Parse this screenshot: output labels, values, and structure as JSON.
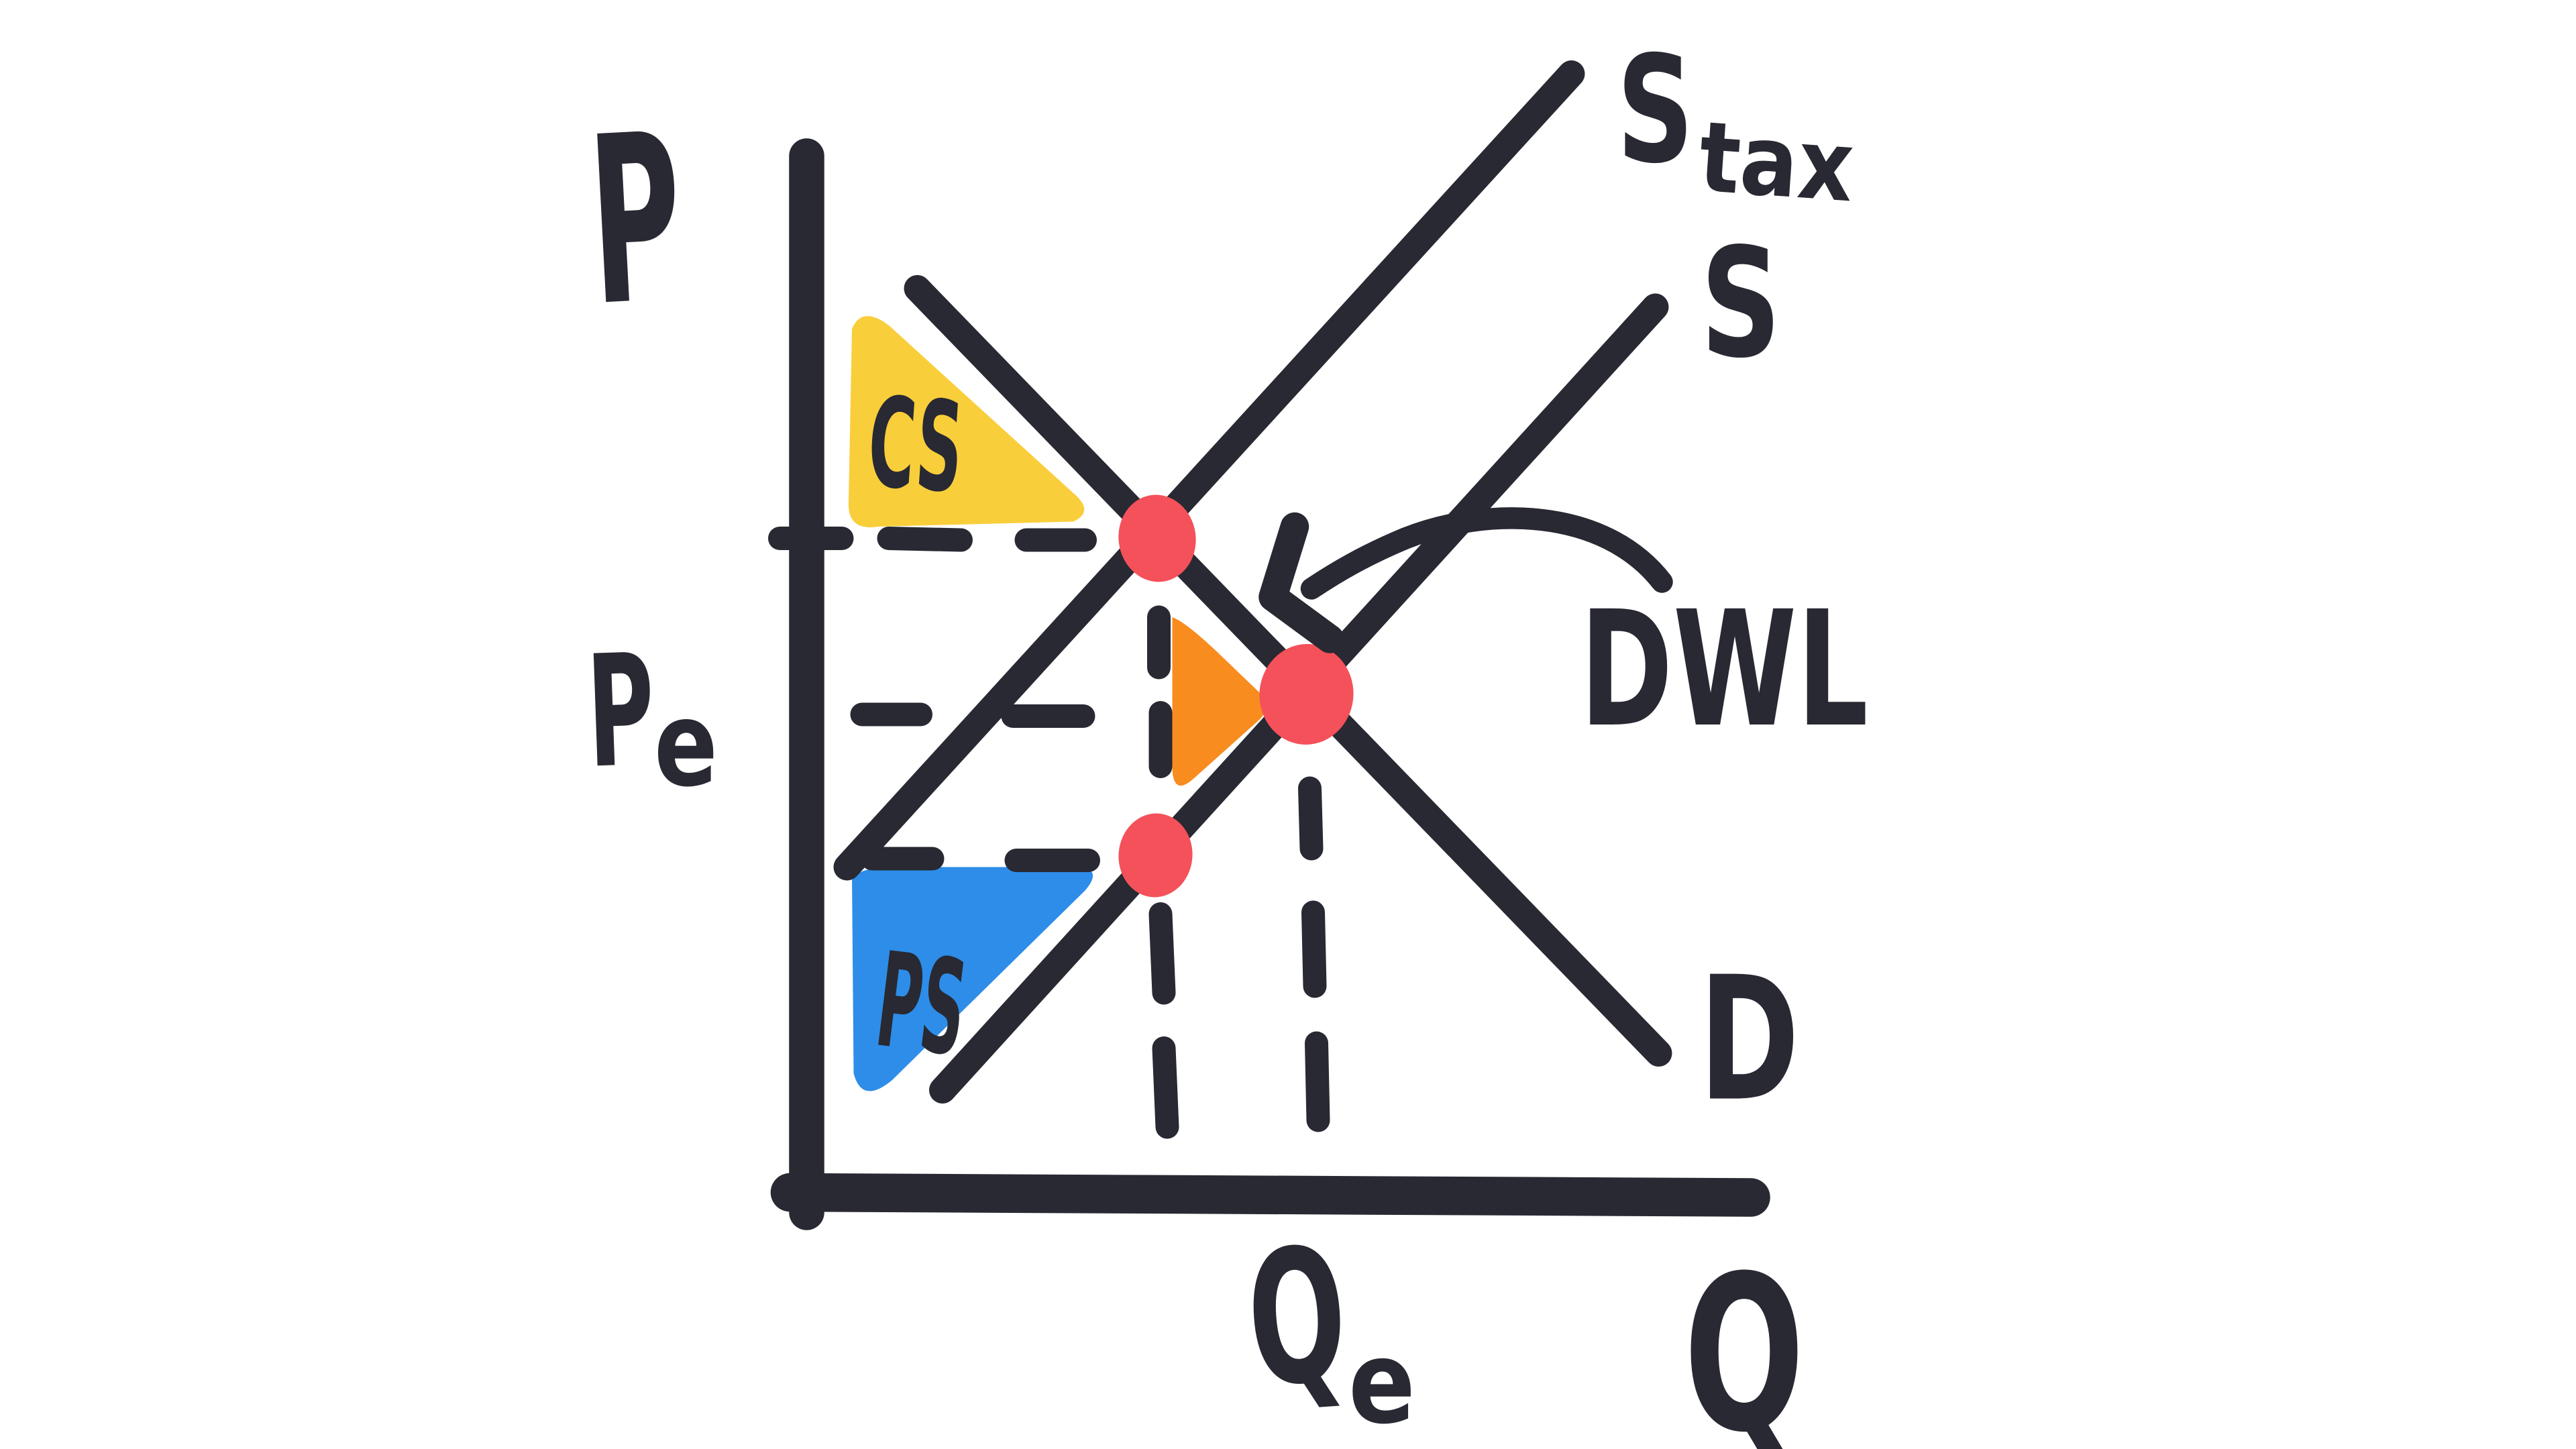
{
  "diagram": {
    "y_axis_label": "P",
    "x_axis_label": "Q",
    "equilibrium_price": {
      "main": "P",
      "sub": "e"
    },
    "equilibrium_quantity": {
      "main": "Q",
      "sub": "e"
    },
    "supply_tax_curve": {
      "main": "S",
      "sub": "tax"
    },
    "supply_curve_label": "S",
    "demand_curve_label": "D",
    "consumer_surplus_label": "CS",
    "producer_surplus_label": "PS",
    "deadweight_loss_label": "DWL",
    "colors": {
      "ink": "#282932",
      "consumer_surplus_fill": "#F9CE3B",
      "producer_surplus_fill": "#2D8DE8",
      "deadweight_loss_fill": "#F88C1F",
      "intersection_point_fill": "#F4515A",
      "background": "#FFFFFF"
    }
  }
}
